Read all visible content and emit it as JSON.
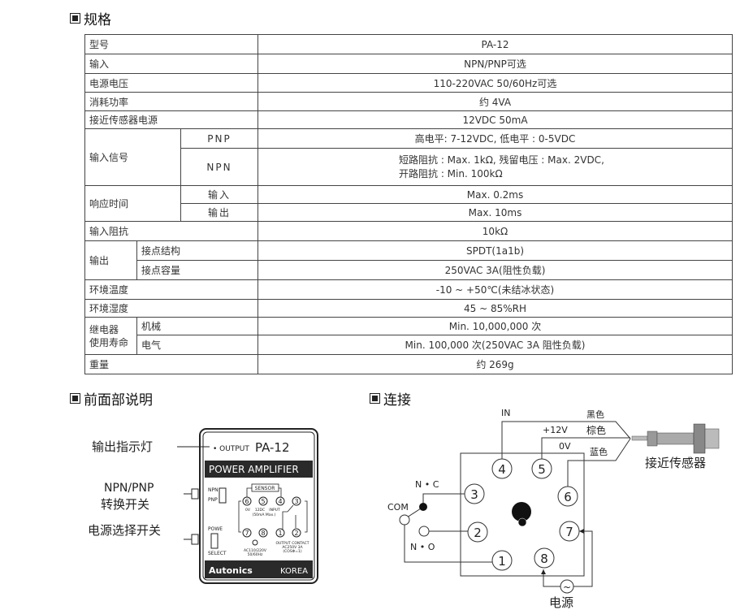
{
  "spec_title": "规格",
  "front_title": "前面部说明",
  "conn_title": "连接",
  "rows": [
    {
      "label": "型号",
      "value": "PA-12"
    },
    {
      "label": "输入",
      "value": "NPN/PNP可选"
    },
    {
      "label": "电源电压",
      "value": "110-220VAC 50/60Hz可选"
    },
    {
      "label": "消耗功率",
      "value": "约 4VA"
    },
    {
      "label": "接近传感器电源",
      "value": "12VDC 50mA"
    },
    {
      "label": "输入信号",
      "sub": "PNP",
      "value": "高电平: 7-12VDC, 低电平 : 0-5VDC"
    },
    {
      "sub": "NPN",
      "value": "短路阻抗 : Max. 1kΩ, 残留电压 : Max. 2VDC,",
      "value2": "开路阻抗 : Min. 100kΩ"
    },
    {
      "label": "响应时间",
      "sub": "输入",
      "value": "Max. 0.2ms"
    },
    {
      "sub": "输出",
      "value": "Max. 10ms"
    },
    {
      "label": "输入阻抗",
      "value": "10kΩ"
    },
    {
      "label": "输出",
      "sub": "接点结构",
      "value": "SPDT(1a1b)"
    },
    {
      "sub": "接点容量",
      "value": "250VAC 3A(阻性负载)"
    },
    {
      "label": "环境温度",
      "value": "-10 ~ +50℃(未结冰状态)"
    },
    {
      "label": "环境湿度",
      "value": "45 ~ 85%RH"
    },
    {
      "label": "继电器",
      "label2": "使用寿命",
      "sub": "机械",
      "value": "Min. 10,000,000 次"
    },
    {
      "sub": "电气",
      "value": "Min. 100,000 次(250VAC 3A 阻性负载)"
    },
    {
      "label": "重量",
      "value": "约 269g"
    }
  ],
  "front": {
    "callout_led": "输出指示灯",
    "callout_switch1a": "NPN/PNP",
    "callout_switch1b": "转换开关",
    "callout_switch2": "电源选择开关",
    "output": "• OUTPUT",
    "model": "PA-12",
    "band": "POWER AMPLIFIER",
    "npn": "NPN",
    "pnp": "PNP",
    "powe": "POWE",
    "select": "SELECT",
    "sensor": "SENSOR",
    "t0v": "0V",
    "t12": "12DC",
    "tin": "INPUT",
    "tma": "(50mA Max.)",
    "oc1": "OUTPUT CONTACT",
    "oc2": "AC250V 3A",
    "oc3": "(COSΦ=1)",
    "ac1": "AC110/220V",
    "ac2": "50/60Hz",
    "brand": "Autonics",
    "korea": "KOREA",
    "pins": [
      "6",
      "5",
      "4",
      "3",
      "7",
      "8",
      "1",
      "2"
    ]
  },
  "conn": {
    "in": "IN",
    "v12": "+12V",
    "v0": "0V",
    "black": "黑色",
    "brown": "棕色",
    "blue": "蓝色",
    "sensor": "接近传感器",
    "nc": "N • C",
    "com": "COM",
    "no": "N • O",
    "power": "电源",
    "ac": "~",
    "pins": [
      "4",
      "5",
      "6",
      "3",
      "2",
      "7",
      "1",
      "8"
    ]
  }
}
